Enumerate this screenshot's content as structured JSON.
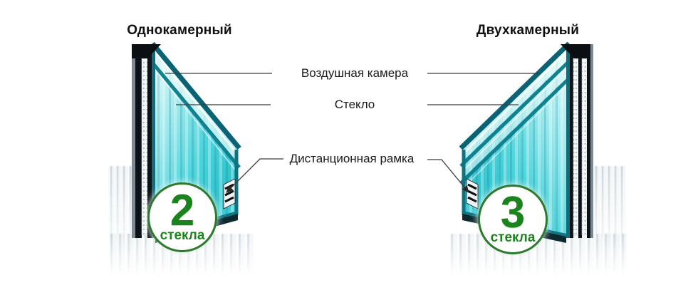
{
  "page": {
    "background": "#ffffff"
  },
  "left_unit": {
    "title": "Однокамерный",
    "panes": 2,
    "chambers": 1,
    "badge": {
      "number": "2",
      "caption": "стекла"
    }
  },
  "right_unit": {
    "title": "Двухкамерный",
    "panes": 3,
    "chambers": 2,
    "badge": {
      "number": "3",
      "caption": "стекла"
    }
  },
  "labels": {
    "air_chamber": "Воздушная камера",
    "glass": "Стекло",
    "spacer_frame": "Дистанционная рамка"
  },
  "colors": {
    "accent_green": "#2c7a2e",
    "badge_text_green": "#1b831b",
    "glass_teal": "#2fc4cf",
    "glass_edge_teal": "#0a6374",
    "frame_black": "#0d1218",
    "connector_line": "#3c3c3c",
    "title_text": "#111111"
  }
}
